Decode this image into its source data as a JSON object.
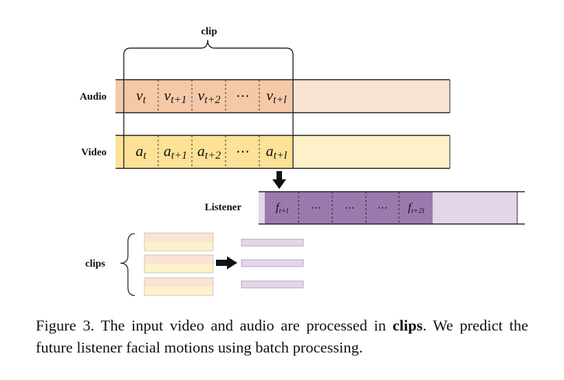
{
  "diagram": {
    "clip_label": "clip",
    "audio_label": "Audio",
    "video_label": "Video",
    "listener_label": "Listener",
    "clips_label": "clips",
    "audio_cells": [
      {
        "base": "v",
        "sub": "t"
      },
      {
        "base": "v",
        "sub": "t+1"
      },
      {
        "base": "v",
        "sub": "t+2"
      },
      {
        "base": "⋯",
        "sub": ""
      },
      {
        "base": "v",
        "sub": "t+l"
      }
    ],
    "video_cells": [
      {
        "base": "a",
        "sub": "t"
      },
      {
        "base": "a",
        "sub": "t+1"
      },
      {
        "base": "a",
        "sub": "t+2"
      },
      {
        "base": "⋯",
        "sub": ""
      },
      {
        "base": "a",
        "sub": "t+l"
      }
    ],
    "listener_cells": [
      {
        "base": "f",
        "sub": "t+l"
      },
      {
        "base": "⋯",
        "sub": ""
      },
      {
        "base": "⋯",
        "sub": ""
      },
      {
        "base": "⋯",
        "sub": ""
      },
      {
        "base": "f",
        "sub": "t+2l"
      }
    ],
    "colors": {
      "audio_dark": "#f5c9a8",
      "audio_light": "#fbe3d2",
      "video_dark": "#fce196",
      "video_light": "#fdf1c9",
      "listener_dark": "#9b79ae",
      "listener_light": "#e3d6e9",
      "line": "#222222"
    }
  },
  "caption": {
    "prefix": "Figure 3.  The input video and audio are processed in ",
    "bold": "clips",
    "suffix": ".  We predict the future listener facial motions using batch processing."
  }
}
